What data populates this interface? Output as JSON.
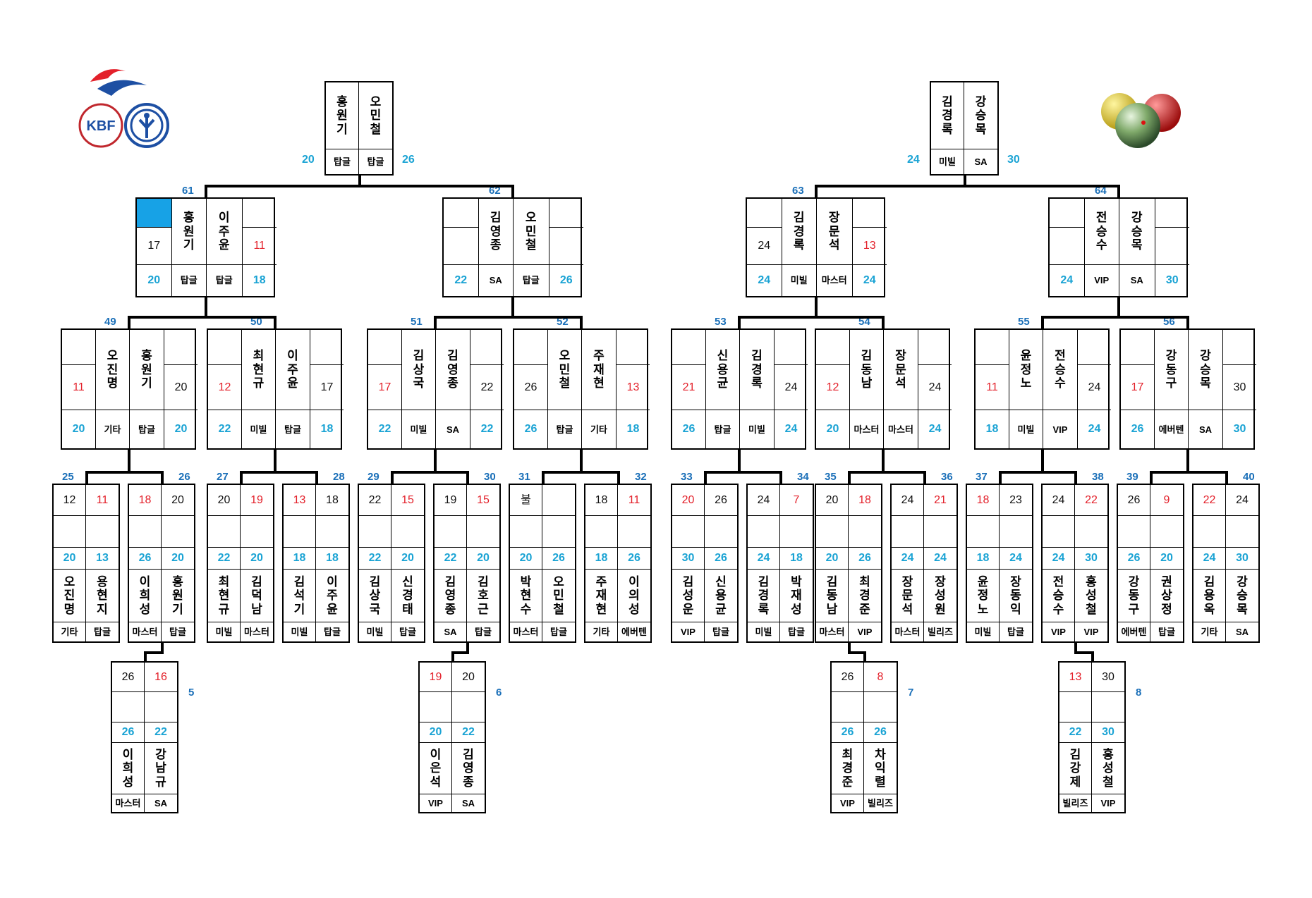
{
  "colors": {
    "teal": "#1aa3d4",
    "red": "#e3202a",
    "label": "#1a6fb8",
    "highlight": "#17a2e6"
  },
  "logo": {
    "text": "KBF"
  },
  "finals": [
    {
      "id": "final-left",
      "players": [
        "홍원기",
        "오민철"
      ],
      "cats": [
        "탑글",
        "탑글"
      ],
      "outer": [
        "20",
        "26"
      ]
    },
    {
      "id": "final-right",
      "players": [
        "김경록",
        "강승목"
      ],
      "cats": [
        "미빌",
        "SA"
      ],
      "outer": [
        "24",
        "30"
      ]
    }
  ],
  "r4": [
    {
      "label": "61",
      "players": [
        "홍원기",
        "이주윤"
      ],
      "cats": [
        "탑글",
        "탑글"
      ],
      "top": [
        "17",
        "11"
      ],
      "topColor": [
        "blk",
        "red"
      ],
      "bottom": [
        "20",
        "18"
      ],
      "highlight": true
    },
    {
      "label": "62",
      "players": [
        "김영종",
        "오민철"
      ],
      "cats": [
        "SA",
        "탑글"
      ],
      "top": [
        "",
        ""
      ],
      "topColor": [
        "blk",
        "blk"
      ],
      "bottom": [
        "22",
        "26"
      ]
    },
    {
      "label": "63",
      "players": [
        "김경록",
        "장문석"
      ],
      "cats": [
        "미빌",
        "마스터"
      ],
      "top": [
        "24",
        "13"
      ],
      "topColor": [
        "blk",
        "red"
      ],
      "bottom": [
        "24",
        "24"
      ]
    },
    {
      "label": "64",
      "players": [
        "전승수",
        "강승목"
      ],
      "cats": [
        "VIP",
        "SA"
      ],
      "top": [
        "",
        ""
      ],
      "topColor": [
        "blk",
        "blk"
      ],
      "bottom": [
        "24",
        "30"
      ]
    }
  ],
  "r3": [
    {
      "label": "49",
      "players": [
        "오진명",
        "홍원기"
      ],
      "cats": [
        "기타",
        "탑글"
      ],
      "top": [
        "11",
        "20"
      ],
      "topColor": [
        "red",
        "blk"
      ],
      "bottom": [
        "20",
        "20"
      ]
    },
    {
      "label": "50",
      "players": [
        "최현규",
        "이주윤"
      ],
      "cats": [
        "미빌",
        "탑글"
      ],
      "top": [
        "12",
        "17"
      ],
      "topColor": [
        "red",
        "blk"
      ],
      "bottom": [
        "22",
        "18"
      ]
    },
    {
      "label": "51",
      "players": [
        "김상국",
        "김영종"
      ],
      "cats": [
        "미빌",
        "SA"
      ],
      "top": [
        "17",
        "22"
      ],
      "topColor": [
        "red",
        "blk"
      ],
      "bottom": [
        "22",
        "22"
      ]
    },
    {
      "label": "52",
      "players": [
        "오민철",
        "주재현"
      ],
      "cats": [
        "탑글",
        "기타"
      ],
      "top": [
        "26",
        "13"
      ],
      "topColor": [
        "blk",
        "red"
      ],
      "bottom": [
        "26",
        "18"
      ]
    },
    {
      "label": "53",
      "players": [
        "신용균",
        "김경록"
      ],
      "cats": [
        "탑글",
        "미빌"
      ],
      "top": [
        "21",
        "24"
      ],
      "topColor": [
        "red",
        "blk"
      ],
      "bottom": [
        "26",
        "24"
      ]
    },
    {
      "label": "54",
      "players": [
        "김동남",
        "장문석"
      ],
      "cats": [
        "마스터",
        "마스터"
      ],
      "top": [
        "12",
        "24"
      ],
      "topColor": [
        "red",
        "blk"
      ],
      "bottom": [
        "20",
        "24"
      ]
    },
    {
      "label": "55",
      "players": [
        "윤정노",
        "전승수"
      ],
      "cats": [
        "미빌",
        "VIP"
      ],
      "top": [
        "11",
        "24"
      ],
      "topColor": [
        "red",
        "blk"
      ],
      "bottom": [
        "18",
        "24"
      ]
    },
    {
      "label": "56",
      "players": [
        "강동구",
        "강승목"
      ],
      "cats": [
        "에버텐",
        "SA"
      ],
      "top": [
        "17",
        "30"
      ],
      "topColor": [
        "red",
        "blk"
      ],
      "bottom": [
        "26",
        "30"
      ]
    }
  ],
  "r2": [
    {
      "label": "25",
      "players": [
        "오진명",
        "용현지"
      ],
      "cats": [
        "기타",
        "탑글"
      ],
      "top": [
        "12",
        "11"
      ],
      "topColor": [
        "blk",
        "red"
      ],
      "bottom": [
        "20",
        "13"
      ]
    },
    {
      "label": "26",
      "players": [
        "이희성",
        "홍원기"
      ],
      "cats": [
        "마스터",
        "탑글"
      ],
      "top": [
        "18",
        "20"
      ],
      "topColor": [
        "red",
        "blk"
      ],
      "bottom": [
        "26",
        "20"
      ]
    },
    {
      "label": "27",
      "players": [
        "최현규",
        "김덕남"
      ],
      "cats": [
        "미빌",
        "마스터"
      ],
      "top": [
        "20",
        "19"
      ],
      "topColor": [
        "blk",
        "red"
      ],
      "bottom": [
        "22",
        "20"
      ]
    },
    {
      "label": "28",
      "players": [
        "김석기",
        "이주윤"
      ],
      "cats": [
        "미빌",
        "탑글"
      ],
      "top": [
        "13",
        "18"
      ],
      "topColor": [
        "red",
        "blk"
      ],
      "bottom": [
        "18",
        "18"
      ]
    },
    {
      "label": "29",
      "players": [
        "김상국",
        "신경태"
      ],
      "cats": [
        "미빌",
        "탑글"
      ],
      "top": [
        "22",
        "15"
      ],
      "topColor": [
        "blk",
        "red"
      ],
      "bottom": [
        "22",
        "20"
      ]
    },
    {
      "label": "30",
      "players": [
        "김영종",
        "김호근"
      ],
      "cats": [
        "SA",
        "탑글"
      ],
      "top": [
        "19",
        "15"
      ],
      "topColor": [
        "blk",
        "red"
      ],
      "bottom": [
        "22",
        "20"
      ]
    },
    {
      "label": "31",
      "players": [
        "박현수",
        "오민철"
      ],
      "cats": [
        "마스터",
        "탑글"
      ],
      "top": [
        "불",
        ""
      ],
      "topColor": [
        "blk",
        "blk"
      ],
      "bottom": [
        "20",
        "26"
      ]
    },
    {
      "label": "32",
      "players": [
        "주재현",
        "이의성"
      ],
      "cats": [
        "기타",
        "에버텐"
      ],
      "top": [
        "18",
        "11"
      ],
      "topColor": [
        "blk",
        "red"
      ],
      "bottom": [
        "18",
        "26"
      ]
    },
    {
      "label": "33",
      "players": [
        "김성운",
        "신용균"
      ],
      "cats": [
        "VIP",
        "탑글"
      ],
      "top": [
        "20",
        "26"
      ],
      "topColor": [
        "red",
        "blk"
      ],
      "bottom": [
        "30",
        "26"
      ]
    },
    {
      "label": "34",
      "players": [
        "김경록",
        "박재성"
      ],
      "cats": [
        "미빌",
        "탑글"
      ],
      "top": [
        "24",
        "7"
      ],
      "topColor": [
        "blk",
        "red"
      ],
      "bottom": [
        "24",
        "18"
      ]
    },
    {
      "label": "35",
      "players": [
        "김동남",
        "최경준"
      ],
      "cats": [
        "마스터",
        "VIP"
      ],
      "top": [
        "20",
        "18"
      ],
      "topColor": [
        "blk",
        "red"
      ],
      "bottom": [
        "20",
        "26"
      ]
    },
    {
      "label": "36",
      "players": [
        "장문석",
        "장성원"
      ],
      "cats": [
        "마스터",
        "빌리즈"
      ],
      "top": [
        "24",
        "21"
      ],
      "topColor": [
        "blk",
        "red"
      ],
      "bottom": [
        "24",
        "24"
      ]
    },
    {
      "label": "37",
      "players": [
        "윤정노",
        "장동익"
      ],
      "cats": [
        "미빌",
        "탑글"
      ],
      "top": [
        "18",
        "23"
      ],
      "topColor": [
        "red",
        "blk"
      ],
      "bottom": [
        "18",
        "24"
      ]
    },
    {
      "label": "38",
      "players": [
        "전승수",
        "홍성철"
      ],
      "cats": [
        "VIP",
        "VIP"
      ],
      "top": [
        "24",
        "22"
      ],
      "topColor": [
        "blk",
        "red"
      ],
      "bottom": [
        "24",
        "30"
      ]
    },
    {
      "label": "39",
      "players": [
        "강동구",
        "권상정"
      ],
      "cats": [
        "에버텐",
        "탑글"
      ],
      "top": [
        "26",
        "9"
      ],
      "topColor": [
        "blk",
        "red"
      ],
      "bottom": [
        "26",
        "20"
      ]
    },
    {
      "label": "40",
      "players": [
        "김용옥",
        "강승목"
      ],
      "cats": [
        "기타",
        "SA"
      ],
      "top": [
        "22",
        "24"
      ],
      "topColor": [
        "red",
        "blk"
      ],
      "bottom": [
        "24",
        "30"
      ]
    }
  ],
  "r1": [
    {
      "label": "5",
      "players": [
        "이희성",
        "강남규"
      ],
      "cats": [
        "마스터",
        "SA"
      ],
      "top": [
        "26",
        "16"
      ],
      "topColor": [
        "blk",
        "red"
      ],
      "bottom": [
        "26",
        "22"
      ]
    },
    {
      "label": "6",
      "players": [
        "이은석",
        "김영종"
      ],
      "cats": [
        "VIP",
        "SA"
      ],
      "top": [
        "19",
        "20"
      ],
      "topColor": [
        "red",
        "blk"
      ],
      "bottom": [
        "20",
        "22"
      ]
    },
    {
      "label": "7",
      "players": [
        "최경준",
        "차익렬"
      ],
      "cats": [
        "VIP",
        "빌리즈"
      ],
      "top": [
        "26",
        "8"
      ],
      "topColor": [
        "blk",
        "red"
      ],
      "bottom": [
        "26",
        "26"
      ]
    },
    {
      "label": "8",
      "players": [
        "김강제",
        "홍성철"
      ],
      "cats": [
        "빌리즈",
        "VIP"
      ],
      "top": [
        "13",
        "30"
      ],
      "topColor": [
        "red",
        "blk"
      ],
      "bottom": [
        "22",
        "30"
      ]
    }
  ]
}
